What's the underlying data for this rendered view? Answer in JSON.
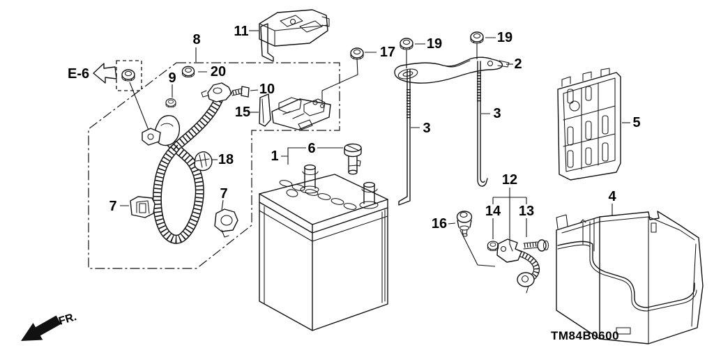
{
  "diagram": {
    "code": "TM84B0600",
    "reference": {
      "label": "E-6",
      "icon": "open-left-arrow-icon"
    },
    "front_marker": {
      "label": "FR.",
      "icon": "solid-front-direction-arrow-icon"
    }
  },
  "callouts": {
    "battery": "1",
    "holddown_bracket": "2",
    "rod_left": "3",
    "rod_right": "3",
    "battery_box": "4",
    "battery_tray": "5",
    "battery_bolt": "6",
    "cable_clamp_left": "7",
    "cable_clamp_right": "7",
    "cable_assembly": "8",
    "terminal_nut": "9",
    "terminal_bolt": "10",
    "fuse_box": "11",
    "ground_cable": "12",
    "ground_bolt": "13",
    "ground_nut": "14",
    "bracket_plate": "15",
    "battery_sensor": "16",
    "stud_nut": "17",
    "harness_clip": "18",
    "bracket_nut_left": "19",
    "bracket_nut_right": "19",
    "cable_nut": "20"
  }
}
